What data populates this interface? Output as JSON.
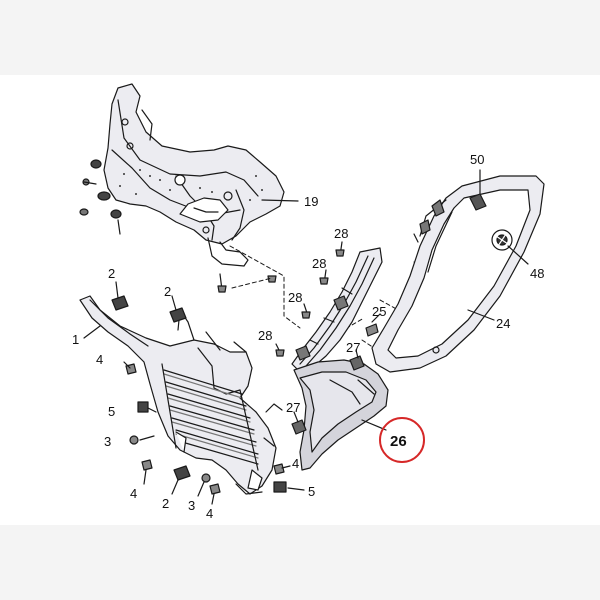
{
  "colors": {
    "line": "#1a1a1a",
    "fill_light": "#e9e9ee",
    "fill_mid": "#cfcfd6",
    "fill_dark": "#555555",
    "highlight": "#d62828",
    "band": "#f4f4f4",
    "sheet": "#ffffff"
  },
  "callouts": {
    "c50": "50",
    "c19": "19",
    "c28a": "28",
    "c28b": "28",
    "c28c": "28",
    "c28d": "28",
    "c48": "48",
    "c2a": "2",
    "c2b": "2",
    "c2c": "2",
    "c25": "25",
    "c24": "24",
    "c1": "1",
    "c4a": "4",
    "c4b": "4",
    "c4c": "4",
    "c4d": "4",
    "c27a": "27",
    "c27b": "27",
    "c5a": "5",
    "c5b": "5",
    "c3a": "3",
    "c3b": "3",
    "c26": "26"
  },
  "highlighted_part": "26"
}
